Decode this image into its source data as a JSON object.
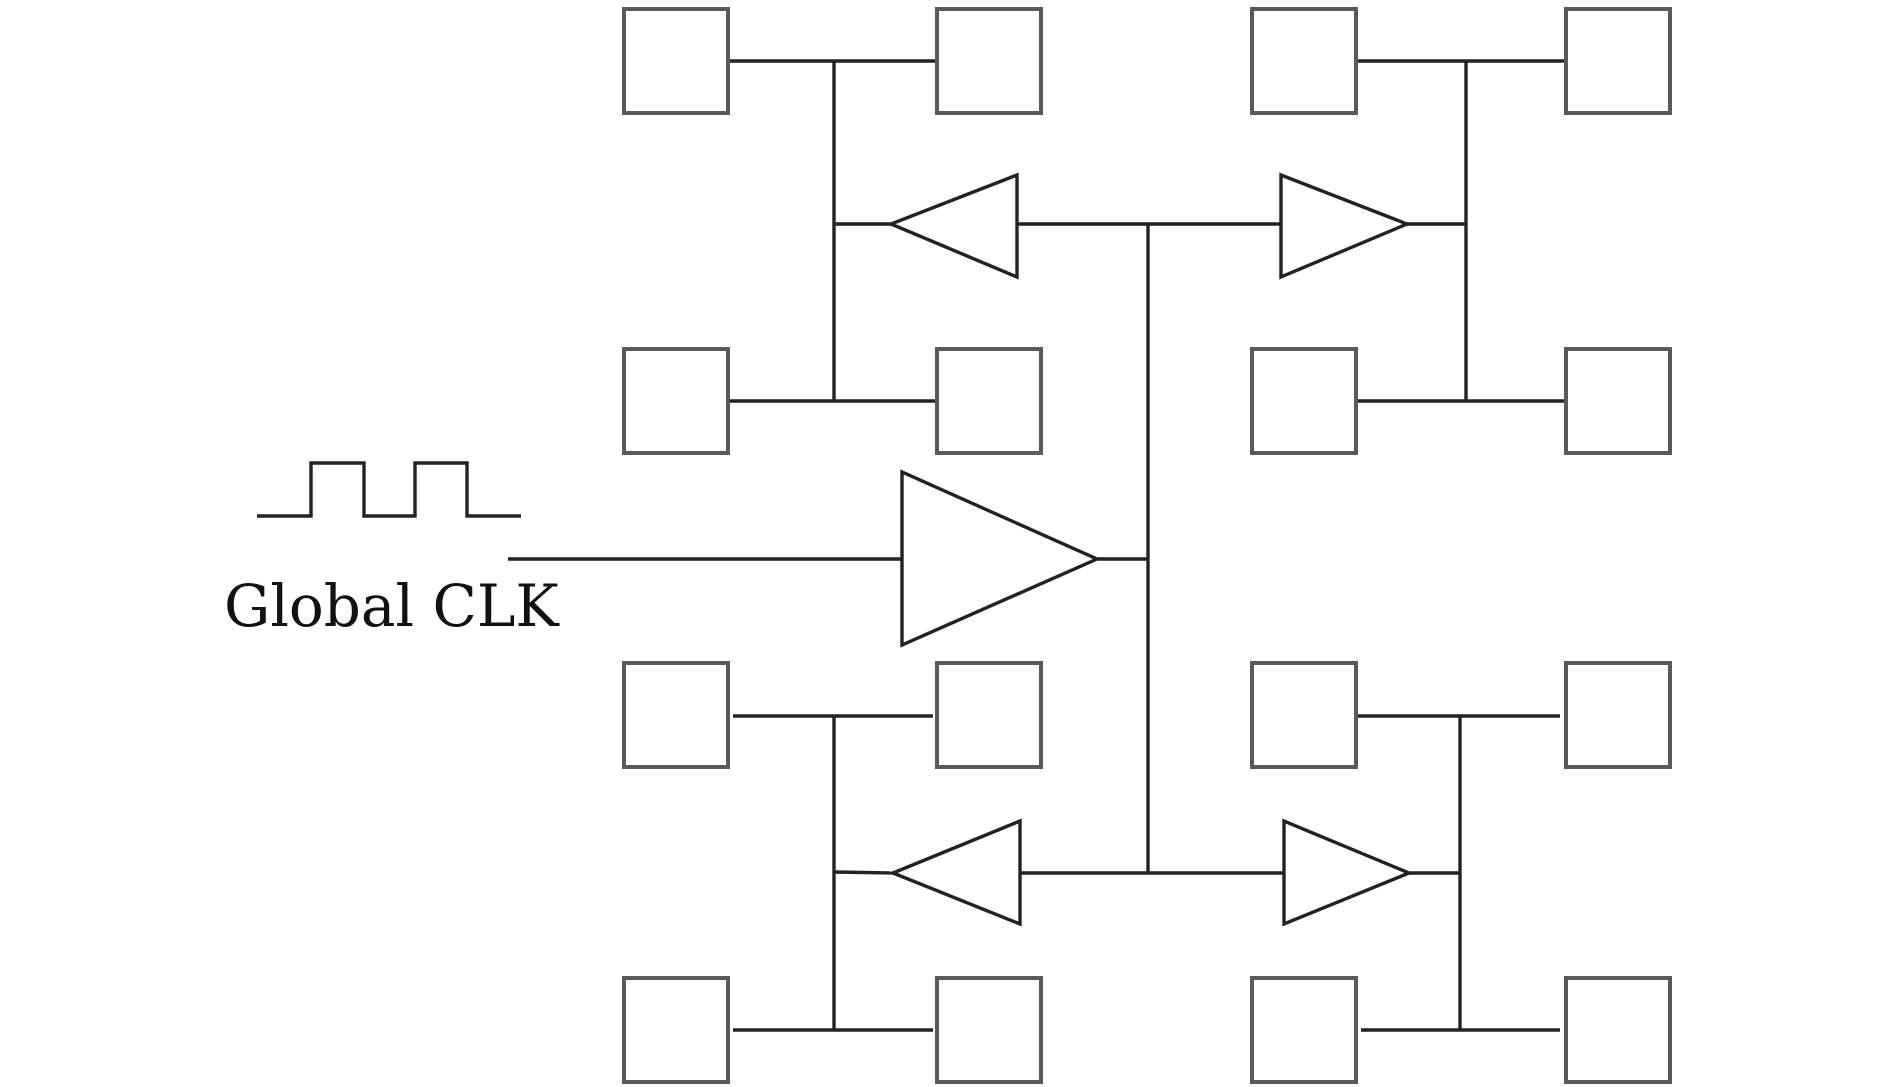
{
  "labels": {
    "clock_source": "Global CLK"
  },
  "colors": {
    "wire": "#222222",
    "sink_border": "#5a5a5a",
    "background": "#ffffff"
  },
  "structure": {
    "root_buffer": "main-buffer",
    "branch_buffers": [
      "buffer-upper-left",
      "buffer-upper-right",
      "buffer-lower-left",
      "buffer-lower-right"
    ],
    "sinks_per_branch": 4,
    "total_sinks": 16
  }
}
